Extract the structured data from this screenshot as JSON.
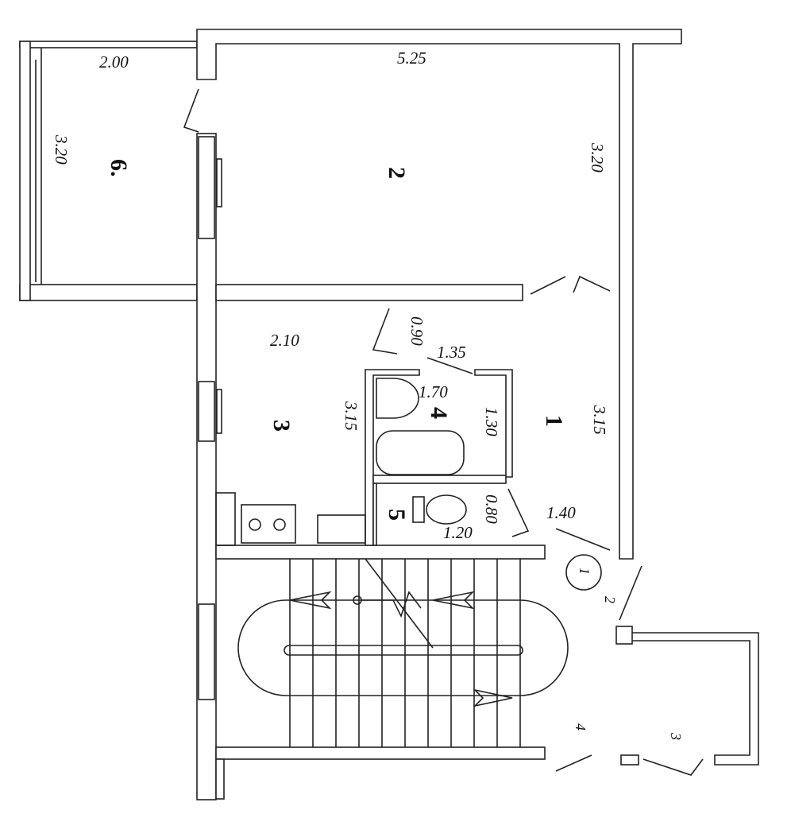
{
  "plan": {
    "rooms": {
      "balcony": "6.",
      "room2": "2",
      "kitchen": "3",
      "bathroom": "4",
      "hall": "1",
      "toilet": "5"
    },
    "dimensions": {
      "balcony_width": "2.00",
      "balcony_length": "3.20",
      "room2_width": "5.25",
      "room2_length": "3.20",
      "kitchen_width": "2.10",
      "kitchen_length": "3.15",
      "door_kitchen": "0.90",
      "door_bath": "1.35",
      "bath_width": "1.70",
      "bath_length": "1.30",
      "hall_length": "3.15",
      "toilet_door": "0.80",
      "toilet_width": "1.20",
      "entry_width": "1.40"
    },
    "landing": {
      "apartment_marker": "1",
      "door_2": "2",
      "door_3": "3",
      "door_4": "4"
    }
  }
}
